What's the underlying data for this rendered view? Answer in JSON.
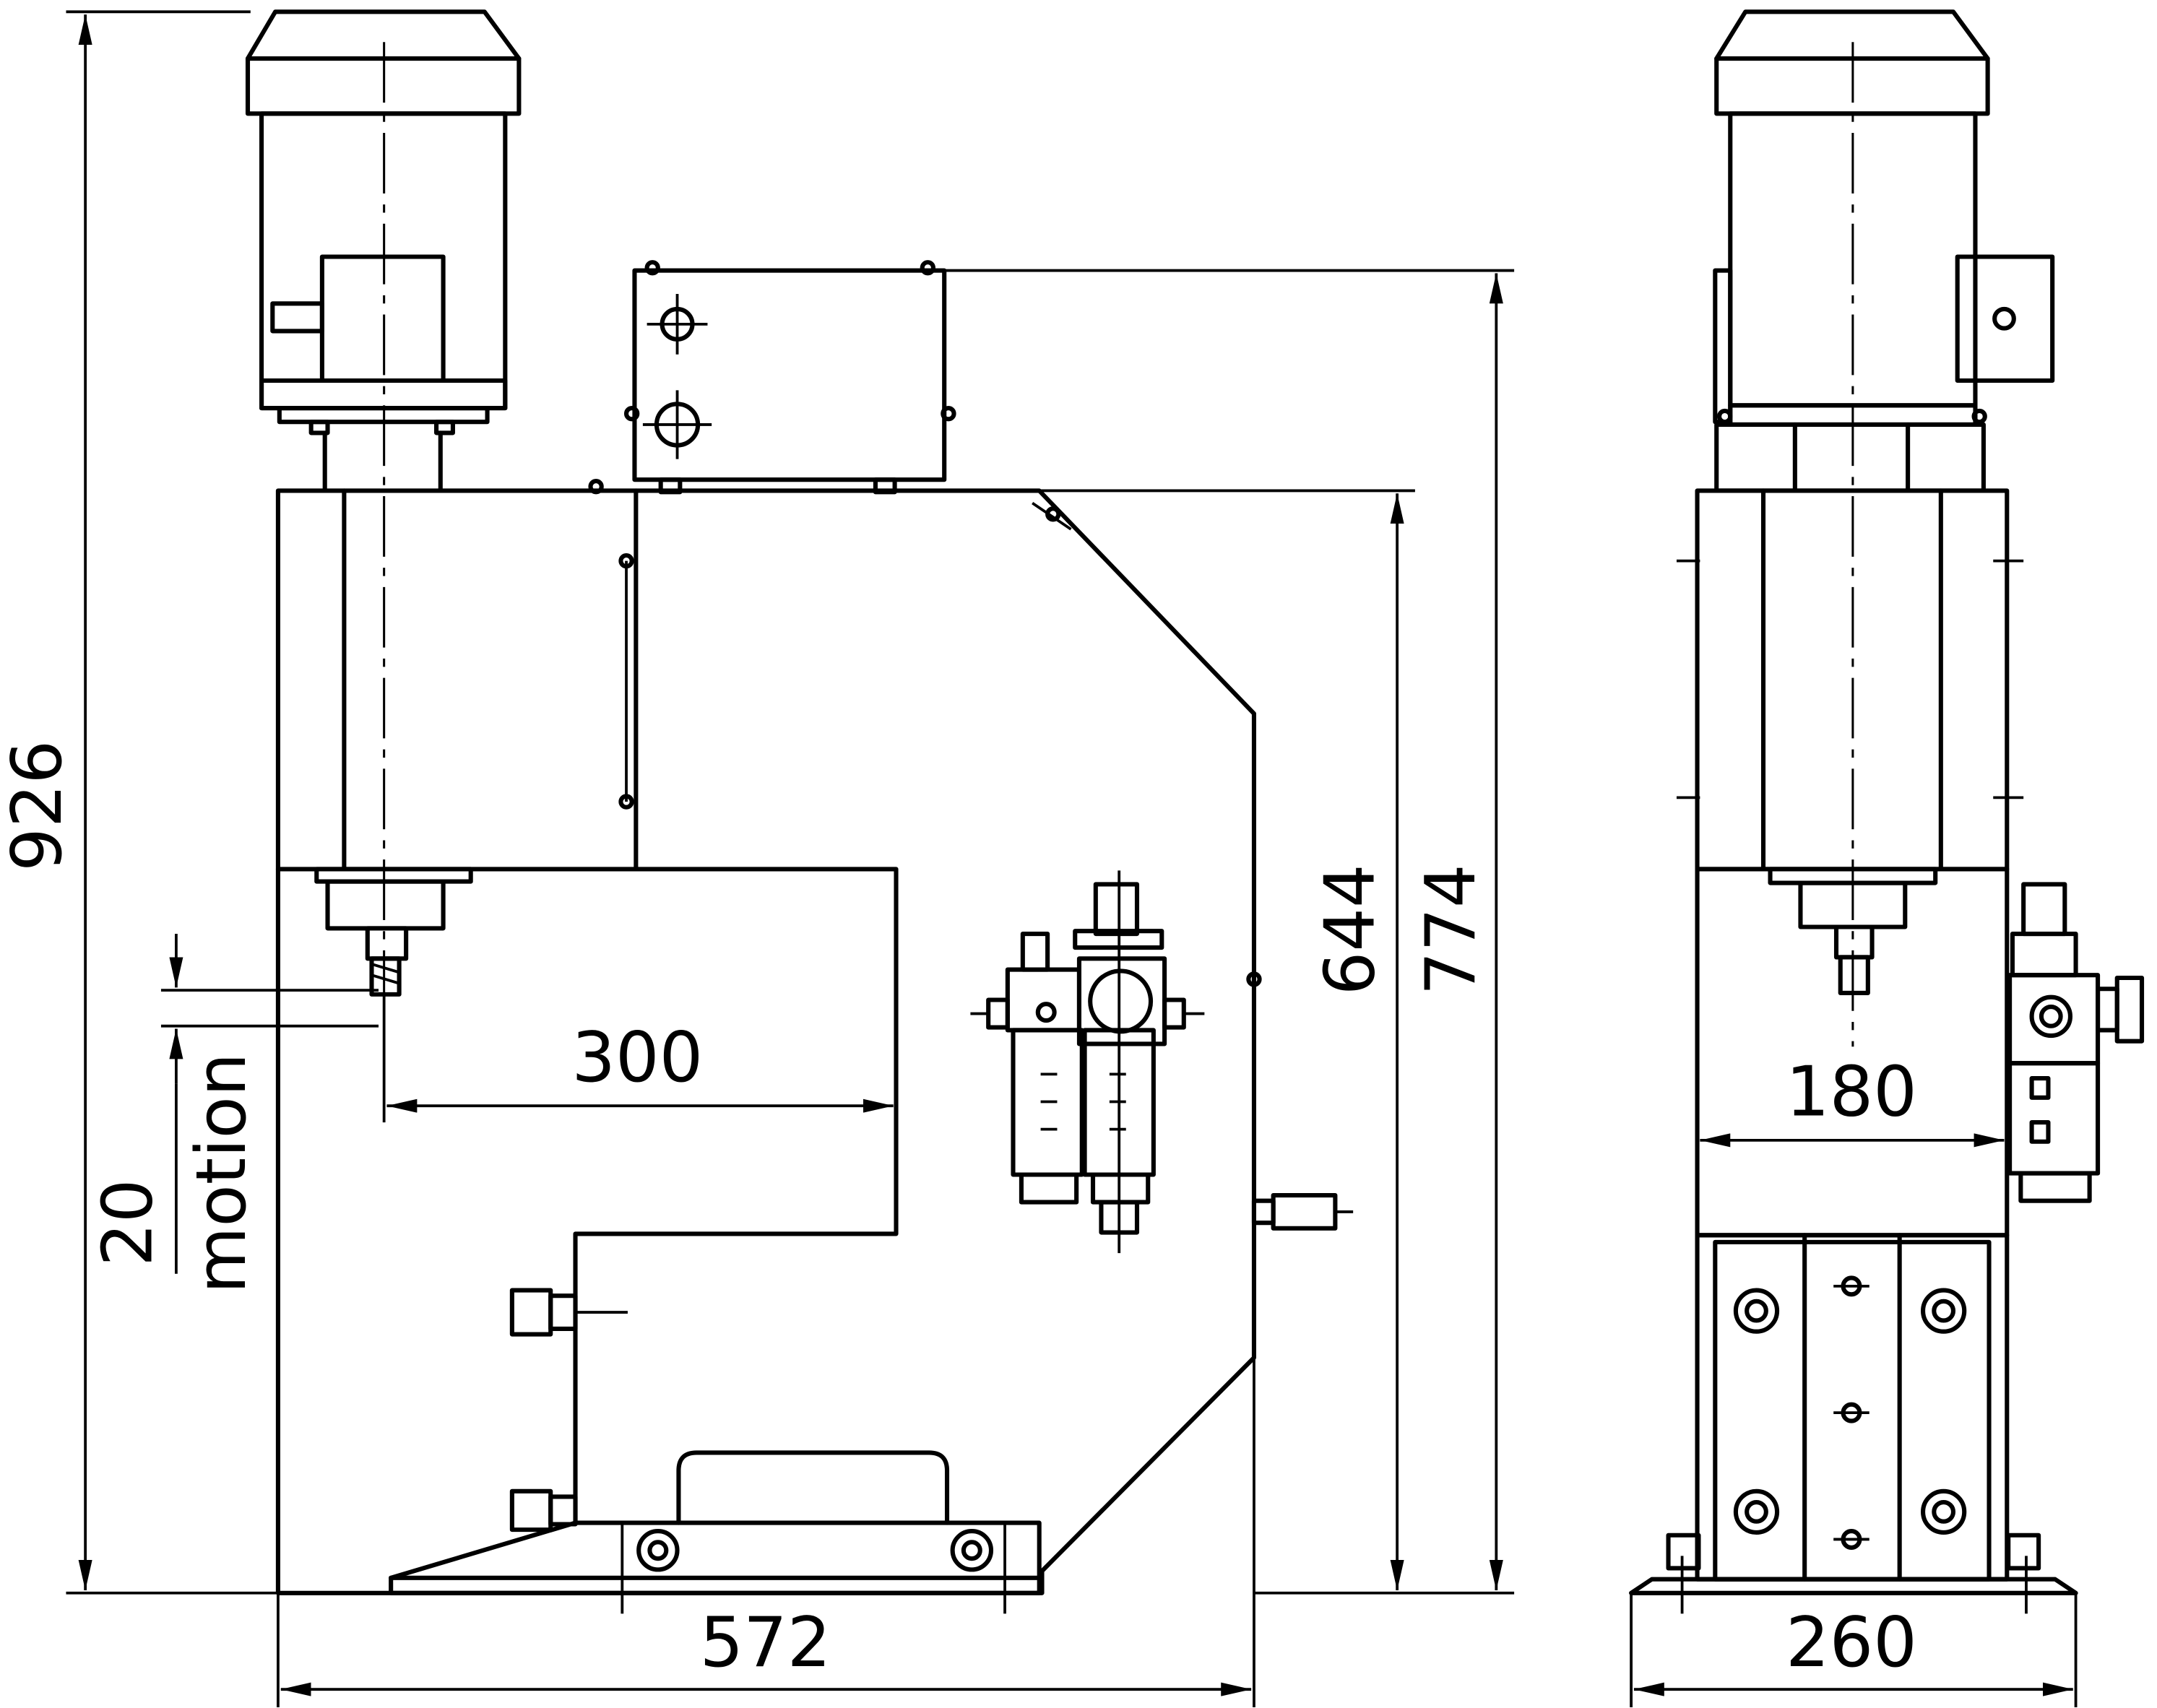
{
  "dimensions": {
    "overall_height": "926",
    "frame_height": "774",
    "throat_height": "644",
    "throat_depth": "300",
    "stroke_value": "20",
    "stroke_label": "motion",
    "base_length": "572",
    "side_width": "180",
    "side_base_width": "260"
  }
}
